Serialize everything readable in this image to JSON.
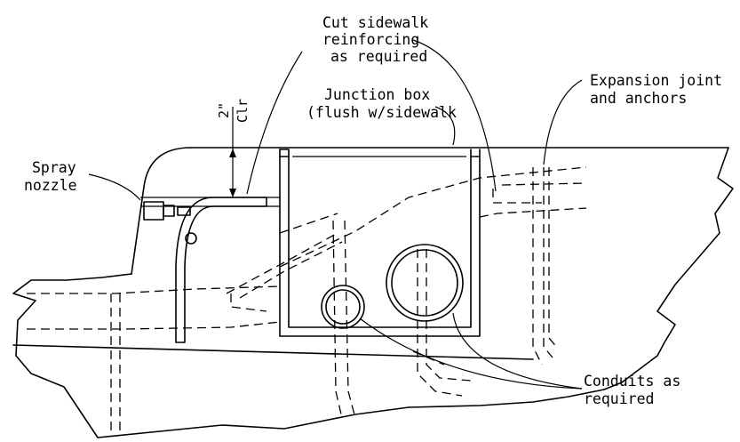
{
  "labels": {
    "cut_sidewalk": [
      "Cut sidewalk",
      "reinforcing",
      "as required"
    ],
    "junction_box": [
      "Junction box",
      "(flush w/sidewalk"
    ],
    "expansion_joint": [
      "Expansion joint",
      "and anchors"
    ],
    "spray_nozzle": [
      "Spray",
      "nozzle"
    ],
    "conduits": [
      "Conduits as",
      "required"
    ],
    "clearance": [
      "2\"",
      "Clr"
    ]
  }
}
